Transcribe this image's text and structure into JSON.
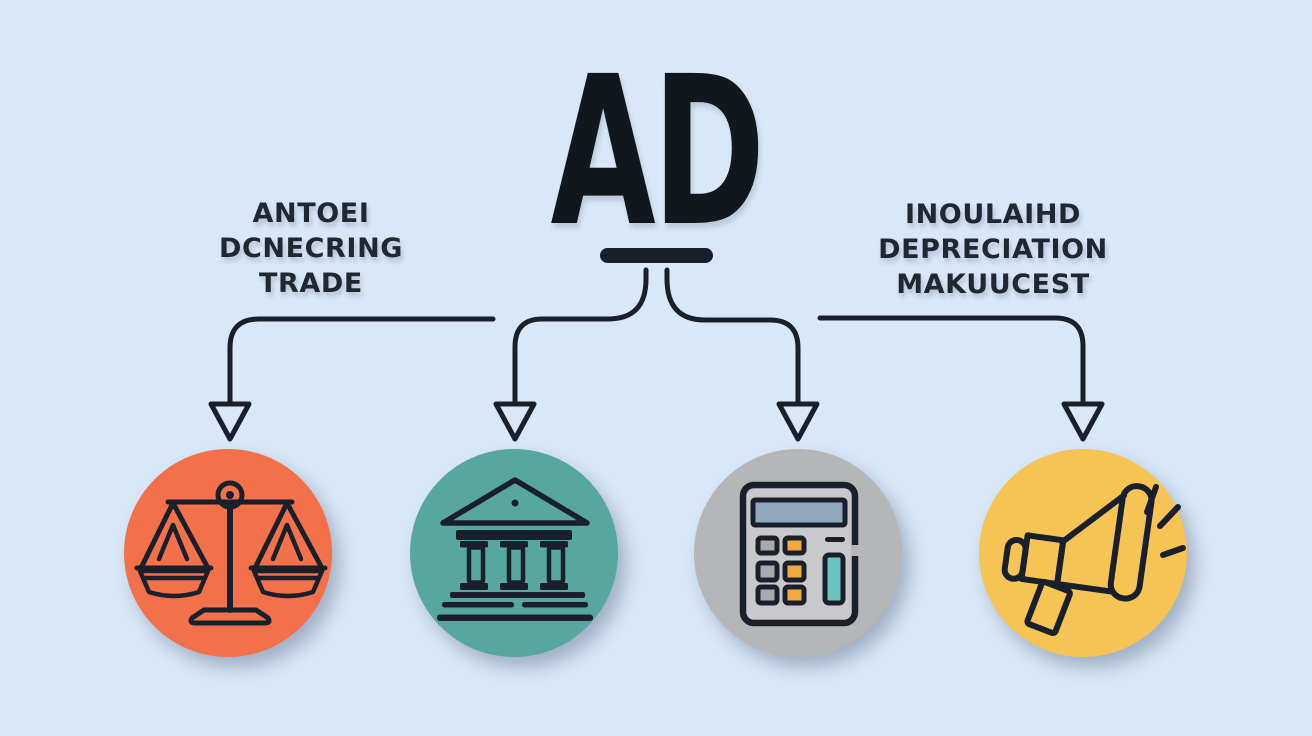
{
  "colors": {
    "background": "#D9E8F8",
    "ink": "#1A202B",
    "title_color": "#12161D",
    "text_color": "#1F2730"
  },
  "title": {
    "text": "AD"
  },
  "labels": {
    "left": {
      "lines": [
        "ANTOEI",
        "DCNECRING",
        "TRADE"
      ]
    },
    "right": {
      "lines": [
        "INOULAIHD",
        "DEPRECIATION",
        "MAKUUCEST"
      ]
    }
  },
  "nodes": [
    {
      "icon": "balance-scale-icon",
      "circle_color": "#F2714B"
    },
    {
      "icon": "bank-icon",
      "circle_color": "#57A7A0"
    },
    {
      "icon": "calculator-icon",
      "circle_color": "#B5B6B8",
      "body_fill": "#C9C9CB",
      "display_color": "#8FA8BE",
      "key_gray": "#AAAAAC",
      "key_orange": "#F2A93D",
      "key_teal": "#69C4C0"
    },
    {
      "icon": "megaphone-icon",
      "circle_color": "#F6C355"
    }
  ]
}
